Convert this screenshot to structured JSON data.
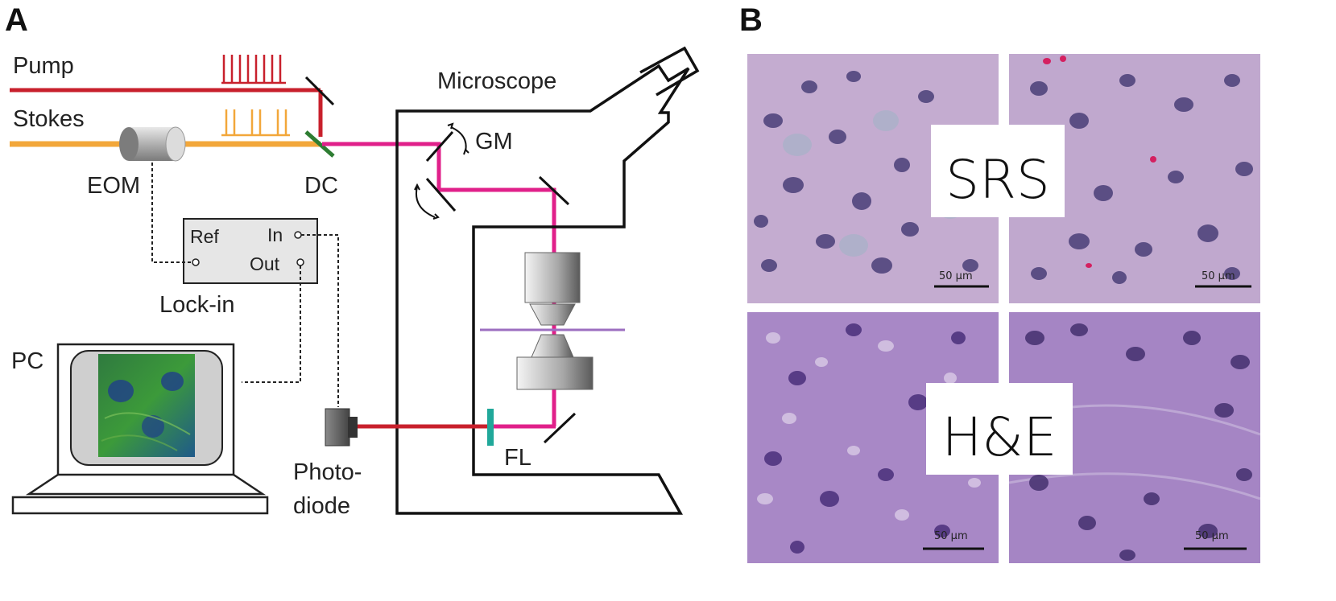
{
  "panel_a": {
    "letter": "A",
    "labels": {
      "pump": "Pump",
      "stokes": "Stokes",
      "eom": "EOM",
      "dc": "DC",
      "microscope": "Microscope",
      "gm": "GM",
      "ref": "Ref",
      "in": "In",
      "out": "Out",
      "lockin": "Lock-in",
      "pc": "PC",
      "photo": "Photo-",
      "diode": "diode",
      "fl": "FL"
    },
    "colors": {
      "pump": "#c8202c",
      "stokes": "#f2a73a",
      "combined": "#e0208a",
      "dichroic": "#2e7d32",
      "filter": "#20a89a",
      "sample": "#9c6fc0"
    }
  },
  "panel_b": {
    "letter": "B",
    "srs_label": "SRS",
    "he_label": "H&E",
    "scalebar": "50 μm",
    "colors": {
      "srs_bg": "#c9a4d2",
      "srs_nucleus": "#4a3f78",
      "he_bg": "#a888c6",
      "he_nucleus": "#4a2f7a"
    }
  }
}
